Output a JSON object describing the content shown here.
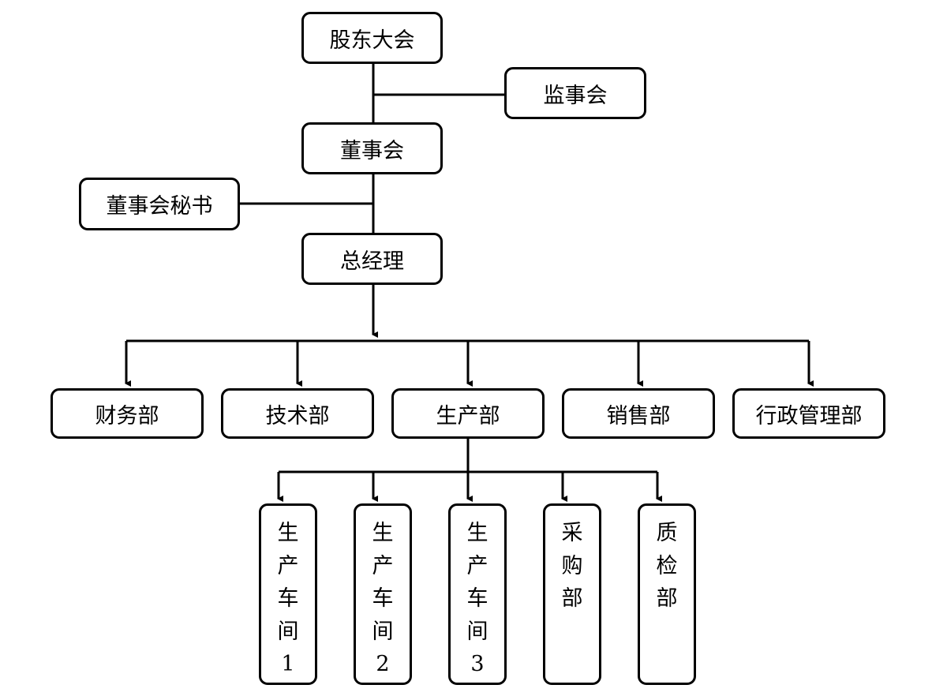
{
  "chart": {
    "top": "股东大会",
    "supervisory": "监事会",
    "board": "董事会",
    "secretary": "董事会秘书",
    "gm": "总经理",
    "departments": [
      "财务部",
      "技术部",
      "生产部",
      "销售部",
      "行政管理部"
    ],
    "production_units": [
      [
        "生",
        "产",
        "车",
        "间",
        "1"
      ],
      [
        "生",
        "产",
        "车",
        "间",
        "2"
      ],
      [
        "生",
        "产",
        "车",
        "间",
        "3"
      ],
      [
        "采",
        "购",
        "部"
      ],
      [
        "质",
        "检",
        "部"
      ]
    ]
  }
}
